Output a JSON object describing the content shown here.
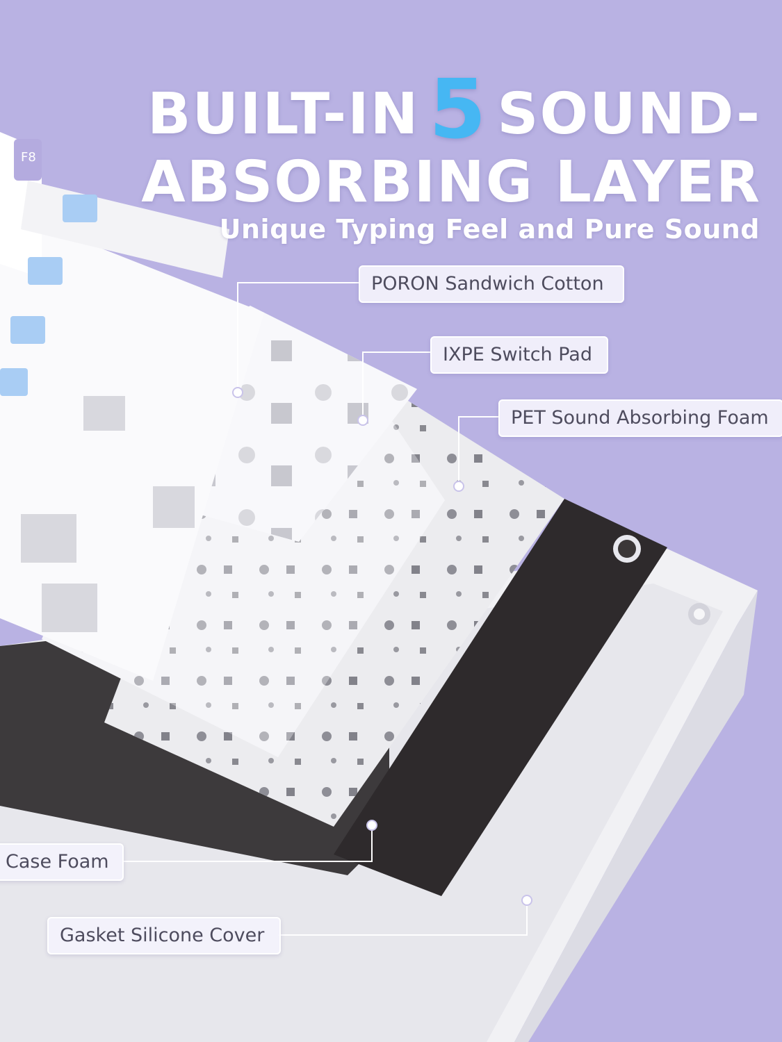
{
  "headline": {
    "line1_prefix": "BUILT-IN",
    "line1_number": "5",
    "line1_suffix": "SOUND-",
    "line2": "ABSORBING LAYER",
    "subtitle": "Unique Typing Feel and Pure Sound"
  },
  "callouts": {
    "poron": "PORON Sandwich Cotton",
    "ixpe": "IXPE Switch Pad",
    "pet": "PET Sound Absorbing Foam",
    "case_foam": "Case Foam",
    "gasket": "Gasket Silicone Cover"
  },
  "keycap_legend": "F8",
  "colors": {
    "background": "#b9b2e3",
    "accent": "#46b7f3",
    "text": "#ffffff",
    "callout_text": "#4e4c5e"
  }
}
